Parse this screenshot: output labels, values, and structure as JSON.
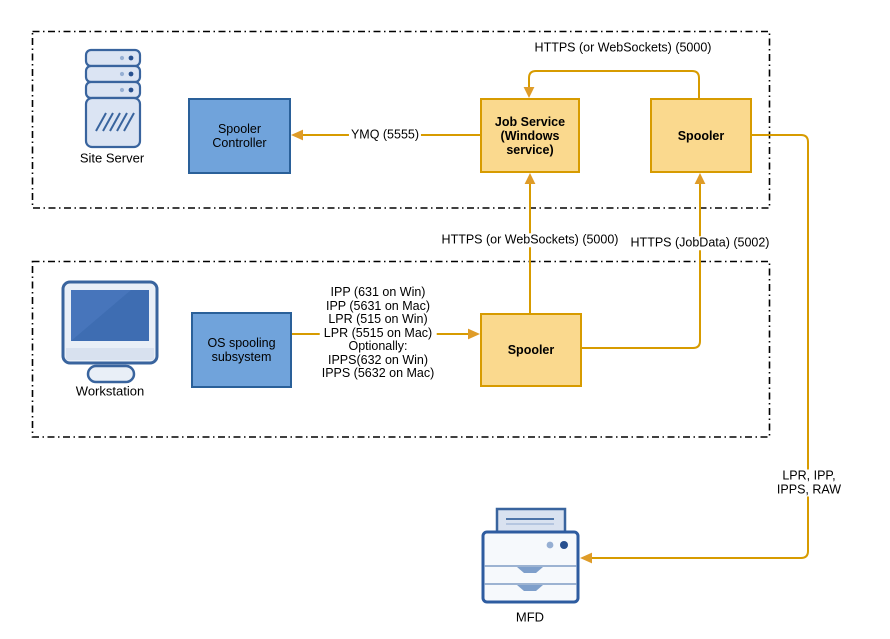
{
  "nodes": {
    "site_server": {
      "label": "Site Server"
    },
    "spooler_controller": {
      "label": "Spooler\nController"
    },
    "job_service": {
      "label": "Job Service\n(Windows\nservice)"
    },
    "spooler_top": {
      "label": "Spooler"
    },
    "workstation": {
      "label": "Workstation"
    },
    "os_spooling": {
      "label": "OS spooling\nsubsystem"
    },
    "spooler_bottom": {
      "label": "Spooler"
    },
    "mfd": {
      "label": "MFD"
    }
  },
  "edges": {
    "https_ws_top": {
      "label": "HTTPS (or WebSockets) (5000)"
    },
    "ymq": {
      "label": "YMQ (5555)"
    },
    "https_ws_mid": {
      "label": "HTTPS (or WebSockets) (5000)"
    },
    "https_jobdata": {
      "label": "HTTPS (JobData) (5002)"
    },
    "client_protocols": {
      "label": "IPP (631 on Win)\nIPP (5631 on Mac)\nLPR (515 on Win)\nLPR (5515 on Mac)\nOptionally:\nIPPS(632 on Win)\nIPPS (5632 on Mac)"
    },
    "print_protocols": {
      "label": "LPR, IPP, IPPS, RAW"
    }
  },
  "icons": {
    "site_server": "server-stack-icon",
    "workstation": "monitor-icon",
    "mfd": "printer-icon"
  },
  "colors": {
    "orange_fill": "#FAD98E",
    "orange_stroke": "#D79B00",
    "blue_fill": "#70A3DB",
    "blue_stroke": "#2A6099",
    "edge": "#D79B00",
    "edge_head": "#DF9C28",
    "icon_stroke": "#39649E",
    "screen_fill": "#3E6DB2",
    "dot_dark": "#27508F",
    "dot_light": "#96AFD3",
    "container_stroke": "#000000",
    "label_color": "#000000"
  }
}
